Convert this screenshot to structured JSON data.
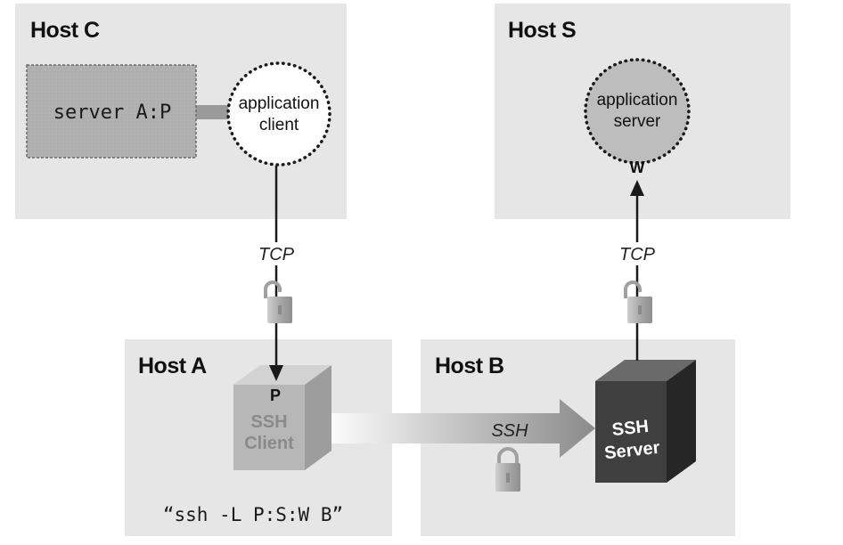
{
  "hosts": {
    "host_c": {
      "title": "Host C",
      "server_box": "server A:P",
      "client_line1": "application",
      "client_line2": "client"
    },
    "host_s": {
      "title": "Host S",
      "server_line1": "application",
      "server_line2": "server",
      "port": "W"
    },
    "host_a": {
      "title": "Host A",
      "port": "P",
      "client_line1": "SSH",
      "client_line2": "Client",
      "command": "“ssh -L P:S:W B”"
    },
    "host_b": {
      "title": "Host B",
      "server_line1": "SSH",
      "server_line2": "Server"
    }
  },
  "links": {
    "tcp_left": "TCP",
    "tcp_right": "TCP",
    "ssh": "SSH"
  },
  "icons": {
    "open_padlock_left": "unlocked-padlock-icon",
    "open_padlock_right": "unlocked-padlock-icon",
    "closed_padlock": "locked-padlock-icon"
  },
  "colors": {
    "host_background": "#e6e6e6",
    "server_box_fill": "#b3b3b3",
    "ssh_client_fill": "#b5b5b5",
    "ssh_server_fill": "#3f3f3f",
    "ssh_arrow_end": "#8c8c8c"
  }
}
